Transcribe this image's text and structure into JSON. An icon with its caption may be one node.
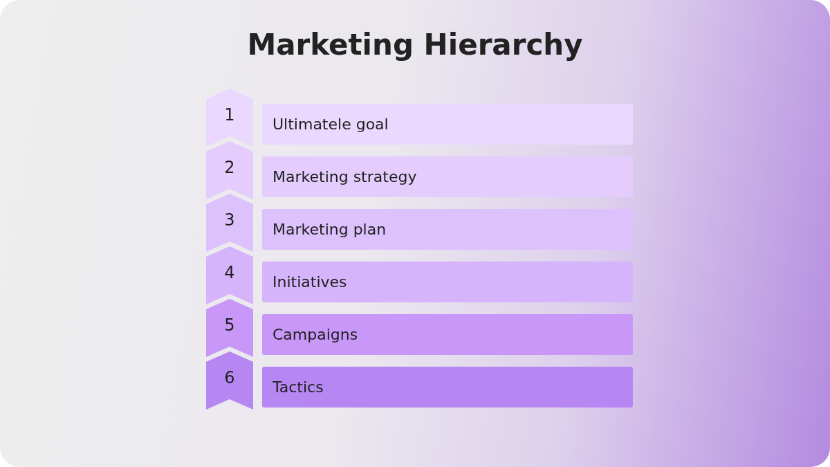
{
  "diagram": {
    "title": "Marketing Hierarchy",
    "nodes": [
      {
        "text": [
          "1"
        ]
      },
      {
        "text": [
          "Ultimatele goal"
        ]
      },
      {
        "text": [
          "2"
        ]
      },
      {
        "text": [
          "Marketing strategy"
        ]
      },
      {
        "text": [
          "3"
        ]
      },
      {
        "text": [
          "Marketing plan"
        ]
      },
      {
        "text": [
          "4"
        ]
      },
      {
        "text": [
          "Initiatives"
        ]
      },
      {
        "text": [
          "5"
        ]
      },
      {
        "text": [
          "Campaigns"
        ]
      },
      {
        "text": [
          "6"
        ]
      },
      {
        "text": [
          "Tactics"
        ]
      }
    ]
  }
}
